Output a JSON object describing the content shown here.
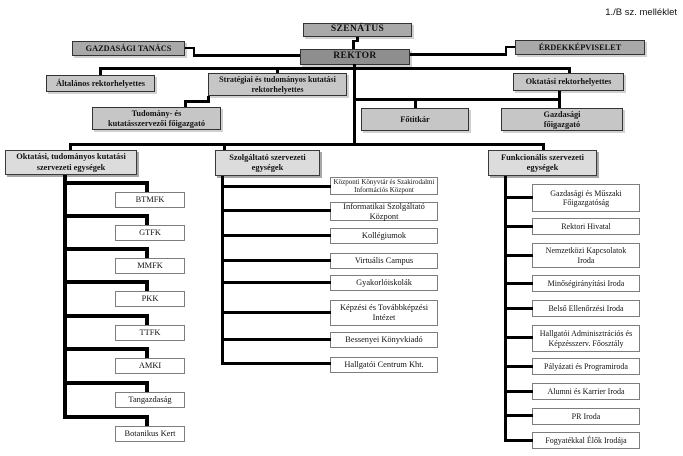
{
  "meta": {
    "annex_note": "1./B sz. melléklet"
  },
  "nodes": {
    "szenatus": "SZENÁTUS",
    "rektor": "REKTOR",
    "gazdasagi_tanacs": "GAZDASÁGI TANÁCS",
    "erdekkepviselet": "ÉRDEKKÉPVISELET",
    "altalanos_rektorhelyettes": "Általános rektorhelyettes",
    "strategiai_rektorhelyettes": "Stratégiai és tudományos kutatási\nrektorhelyettes",
    "oktatasi_rektorhelyettes": "Oktatási rektorhelyettes",
    "tudomany_foigazgato": "Tudomány- és\nkutatásszervezői főigazgató",
    "fotitkar": "Főtitkár",
    "gazdasagi_foigazgato": "Gazdasági\nfőigazgató"
  },
  "columns": {
    "left": {
      "header": "Oktatási, tudományos kutatási\nszervezeti egységek",
      "items": [
        "BTMFK",
        "GTFK",
        "MMFK",
        "PKK",
        "TTFK",
        "AMKI",
        "Tangazdaság",
        "Botanikus Kert"
      ]
    },
    "middle": {
      "header": "Szolgáltató szervezeti\negységek",
      "items": [
        "Központi Könyvtár és Szakirodalmi\nInformációs Központ",
        "Informatikai Szolgáltató\nKözpont",
        "Kollégiumok",
        "Virtuális Campus",
        "Gyakorlóiskolák",
        "Képzési és Továbbképzési\nIntézet",
        "Bessenyei Könyvkiadó",
        "Hallgatói Centrum Kht."
      ]
    },
    "right": {
      "header": "Funkcionális szervezeti\negységek",
      "items": [
        "Gazdasági és Műszaki\nFőigazgatóság",
        "Rektori Hivatal",
        "Nemzetközi Kapcsolatok\nIroda",
        "Minőségirányítási Iroda",
        "Belső Ellenőrzési Iroda",
        "Hallgatói Adminisztrációs és\nKépzésszerv. Főosztály",
        "Pályázati és Programiroda",
        "Alumni és Karrier Iroda",
        "PR Iroda",
        "Fogyatékkal Élők Irodája"
      ]
    }
  },
  "colors": {
    "rektor_fill": "#8e8e8e",
    "senate_fill": "#a9a9a9",
    "deputy_fill": "#c6c6c6",
    "header_fill": "#dcdcdc",
    "item_fill": "#ffffff",
    "item_border": "#7d7d7d",
    "connector": "#000000"
  }
}
